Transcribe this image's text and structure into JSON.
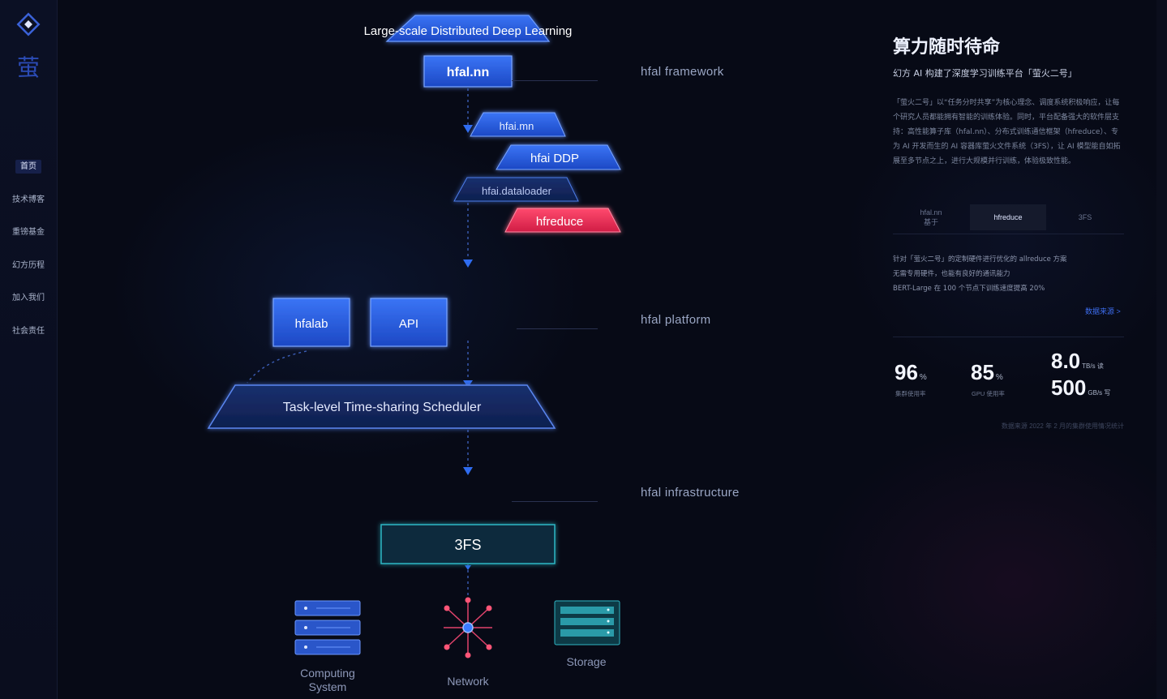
{
  "sidebar": {
    "logo_char": "萤",
    "items": [
      {
        "label": "首页"
      },
      {
        "label": "技术博客"
      },
      {
        "label": "重镑基金"
      },
      {
        "label": "幻方历程"
      },
      {
        "label": "加入我们"
      },
      {
        "label": "社会责任"
      }
    ]
  },
  "diagram": {
    "title": "Large-scale Distributed Deep Learning",
    "nodes": {
      "hfal_nn": "hfal.nn",
      "hfai_mn": "hfai.mn",
      "hfai_ddp": "hfai DDP",
      "hfai_dataloader": "hfai.dataloader",
      "hfreduce": "hfreduce",
      "hfalab": "hfalab",
      "api": "API",
      "scheduler": "Task-level Time-sharing Scheduler",
      "fs3": "3FS",
      "computing": "Computing\nSystem",
      "network": "Network",
      "storage": "Storage"
    },
    "layers": {
      "framework": "hfal framework",
      "platform": "hfal platform",
      "infrastructure": "hfal infrastructure"
    }
  },
  "panel": {
    "title": "算力随时待命",
    "subtitle": "幻方 AI 构建了深度学习训练平台「萤火二号」",
    "body": "「萤火二号」以“任务分时共享”为核心理念、调度系统积极响应，让每个研究人员都能拥有智能的训练体验。同时，平台配备强大的软件层支持：高性能算子库（hfal.nn）、分布式训练通信框架（hfreduce）、专为 AI 开发而生的 AI 容器库萤火文件系统（3FS），让 AI 模型能自如拓展至多节点之上，进行大规模并行训练，体验极致性能。",
    "tabs": [
      {
        "label": "hfal.nn",
        "sub": "基于"
      },
      {
        "label": "hfreduce",
        "sub": ""
      },
      {
        "label": "3FS",
        "sub": ""
      }
    ],
    "detail_lines": [
      "针对「萤火二号」的定制硬件进行优化的 allreduce 方案",
      "无需专用硬件，也能有良好的通讯能力",
      "BERT-Large 在 100 个节点下训练速度提高 20%"
    ],
    "more_link": "数据来源 >",
    "stats": [
      {
        "value": "96",
        "unit": "%",
        "label": "集群使用率"
      },
      {
        "value": "85",
        "unit": "%",
        "label": "GPU 使用率"
      },
      {
        "value": "8.0",
        "unit": "TB/s 读",
        "label": ""
      },
      {
        "value": "500",
        "unit": "GB/s 写",
        "label": ""
      }
    ],
    "footnote": "数据来源 2022 年 2 月的集群使用情况统计"
  },
  "colors": {
    "accent_blue": "#2f6cf0",
    "highlight_red": "#f0345a",
    "teal": "#27a7b5",
    "background": "#070a16"
  }
}
